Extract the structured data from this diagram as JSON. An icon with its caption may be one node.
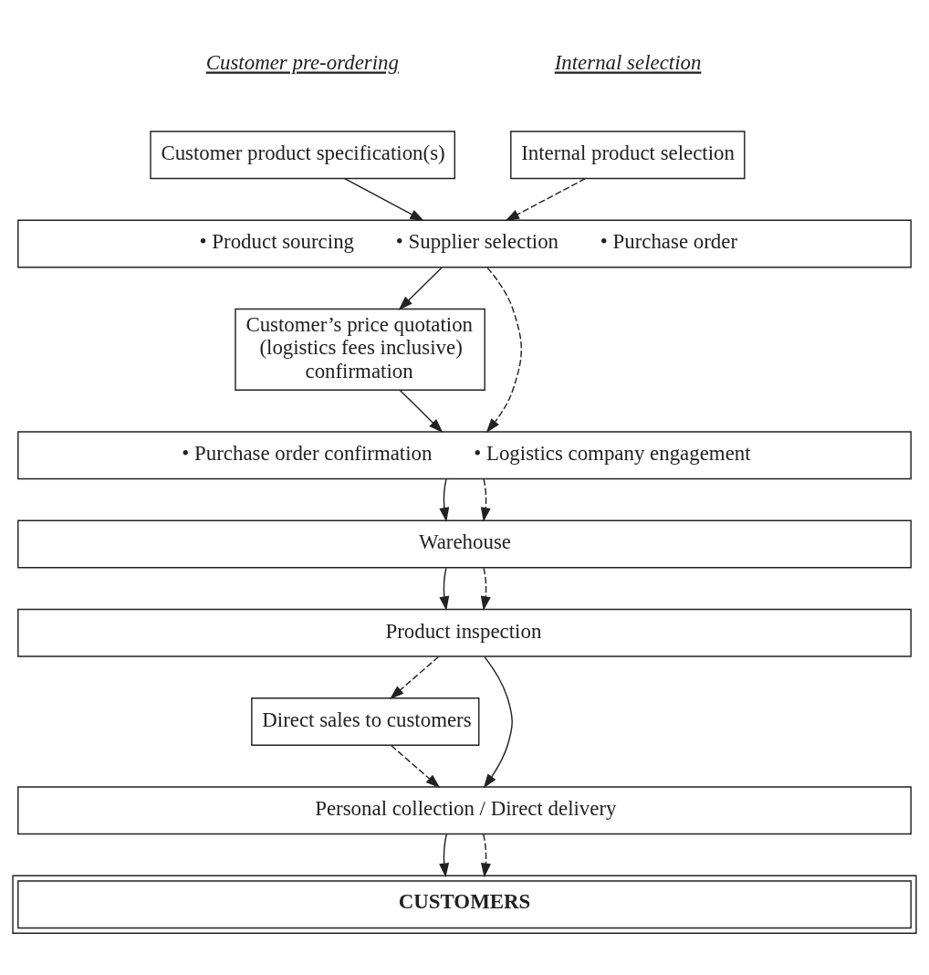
{
  "diagram": {
    "nodes": [
      {
        "text": [
          "Customer product specification(s)"
        ]
      },
      {
        "text": [
          "Internal product selection"
        ]
      },
      {
        "text": [
          "• Product sourcing",
          "• Supplier selection",
          "• Purchase order"
        ]
      },
      {
        "text": [
          "Customer’s price quotation (logistics fees inclusive) confirmation"
        ]
      },
      {
        "text": [
          "• Purchase order confirmation",
          "• Logistics company engagement"
        ]
      },
      {
        "text": [
          "Warehouse"
        ]
      },
      {
        "text": [
          "Product inspection"
        ]
      },
      {
        "text": [
          "Direct sales to customers"
        ]
      },
      {
        "text": [
          "Personal collection / Direct delivery"
        ]
      },
      {
        "text": [
          "CUSTOMERS"
        ]
      }
    ],
    "edges": [
      {
        "from": 0,
        "to": 2,
        "arrow": "to"
      },
      {
        "from": 1,
        "to": 2,
        "arrow": "to",
        "style": "dashed"
      },
      {
        "from": 2,
        "to": 3,
        "arrow": "to"
      },
      {
        "from": 3,
        "to": 4,
        "arrow": "to"
      },
      {
        "from": 2,
        "to": 4,
        "arrow": "to",
        "style": "dashed"
      },
      {
        "from": 4,
        "to": 5,
        "arrow": "to"
      },
      {
        "from": 4,
        "to": 5,
        "arrow": "to",
        "style": "dashed"
      },
      {
        "from": 5,
        "to": 6,
        "arrow": "to"
      },
      {
        "from": 5,
        "to": 6,
        "arrow": "to",
        "style": "dashed"
      },
      {
        "from": 6,
        "to": 8,
        "arrow": "to"
      },
      {
        "from": 6,
        "to": 7,
        "arrow": "to",
        "style": "dashed"
      },
      {
        "from": 7,
        "to": 8,
        "arrow": "to",
        "style": "dashed"
      },
      {
        "from": 8,
        "to": 9,
        "arrow": "to"
      },
      {
        "from": 8,
        "to": 9,
        "arrow": "to",
        "style": "dashed"
      }
    ],
    "labels": [
      "Customer pre-ordering",
      "Internal selection"
    ]
  }
}
